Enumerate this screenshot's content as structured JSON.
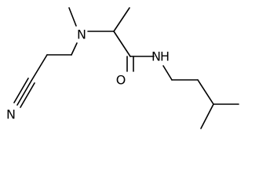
{
  "molecule": {
    "atoms": {
      "amine_n": "N",
      "amide_n": "N",
      "amide_h": "H",
      "carbonyl_o": "O",
      "nitrile_n": "N"
    }
  }
}
